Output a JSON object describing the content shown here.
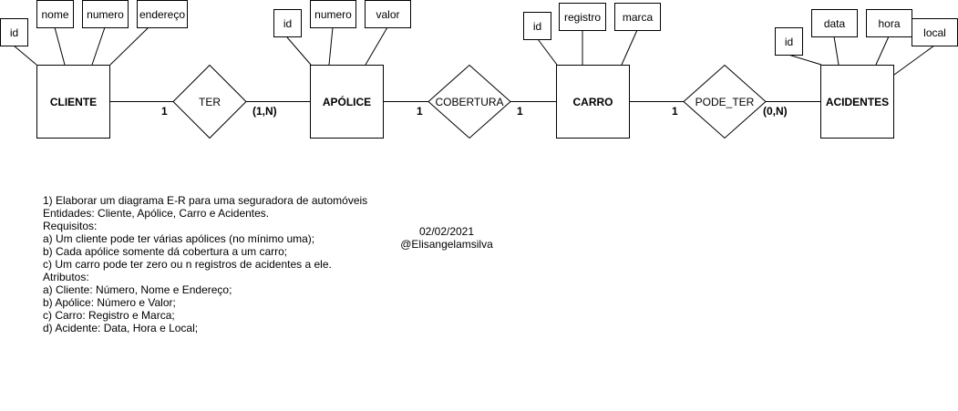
{
  "entities": {
    "cliente": "CLIENTE",
    "apolice": "APÓLICE",
    "carro": "CARRO",
    "acidentes": "ACIDENTES"
  },
  "relationships": {
    "ter": "TER",
    "cobertura": "COBERTURA",
    "pode_ter": "PODE_TER"
  },
  "attributes": {
    "cliente": [
      "id",
      "nome",
      "numero",
      "endereço"
    ],
    "apolice": [
      "id",
      "numero",
      "valor"
    ],
    "carro": [
      "id",
      "registro",
      "marca"
    ],
    "acidentes": [
      "id",
      "data",
      "hora",
      "local"
    ]
  },
  "cardinalities": {
    "cliente_ter": "1",
    "ter_apolice": "(1,N)",
    "apolice_cobertura": "1",
    "cobertura_carro": "1",
    "carro_pode_ter": "1",
    "pode_ter_acidentes": "(0,N)"
  },
  "notes": [
    "1) Elaborar um diagrama E-R para uma seguradora de automóveis",
    "Entidades: Cliente, Apólice, Carro e Acidentes.",
    "Requisitos:",
    "a) Um cliente pode ter várias apólices (no mínimo uma);",
    "b) Cada apólice somente dá cobertura a um carro;",
    "c) Um carro pode ter zero ou n registros de acidentes a ele.",
    "Atributos:",
    "a) Cliente: Número, Nome e Endereço;",
    "b) Apólice: Número e Valor;",
    "c) Carro: Registro e Marca;",
    "d) Acidente: Data, Hora e Local;"
  ],
  "signature": {
    "date": "02/02/2021",
    "author": "@Elisangelamsilva"
  }
}
